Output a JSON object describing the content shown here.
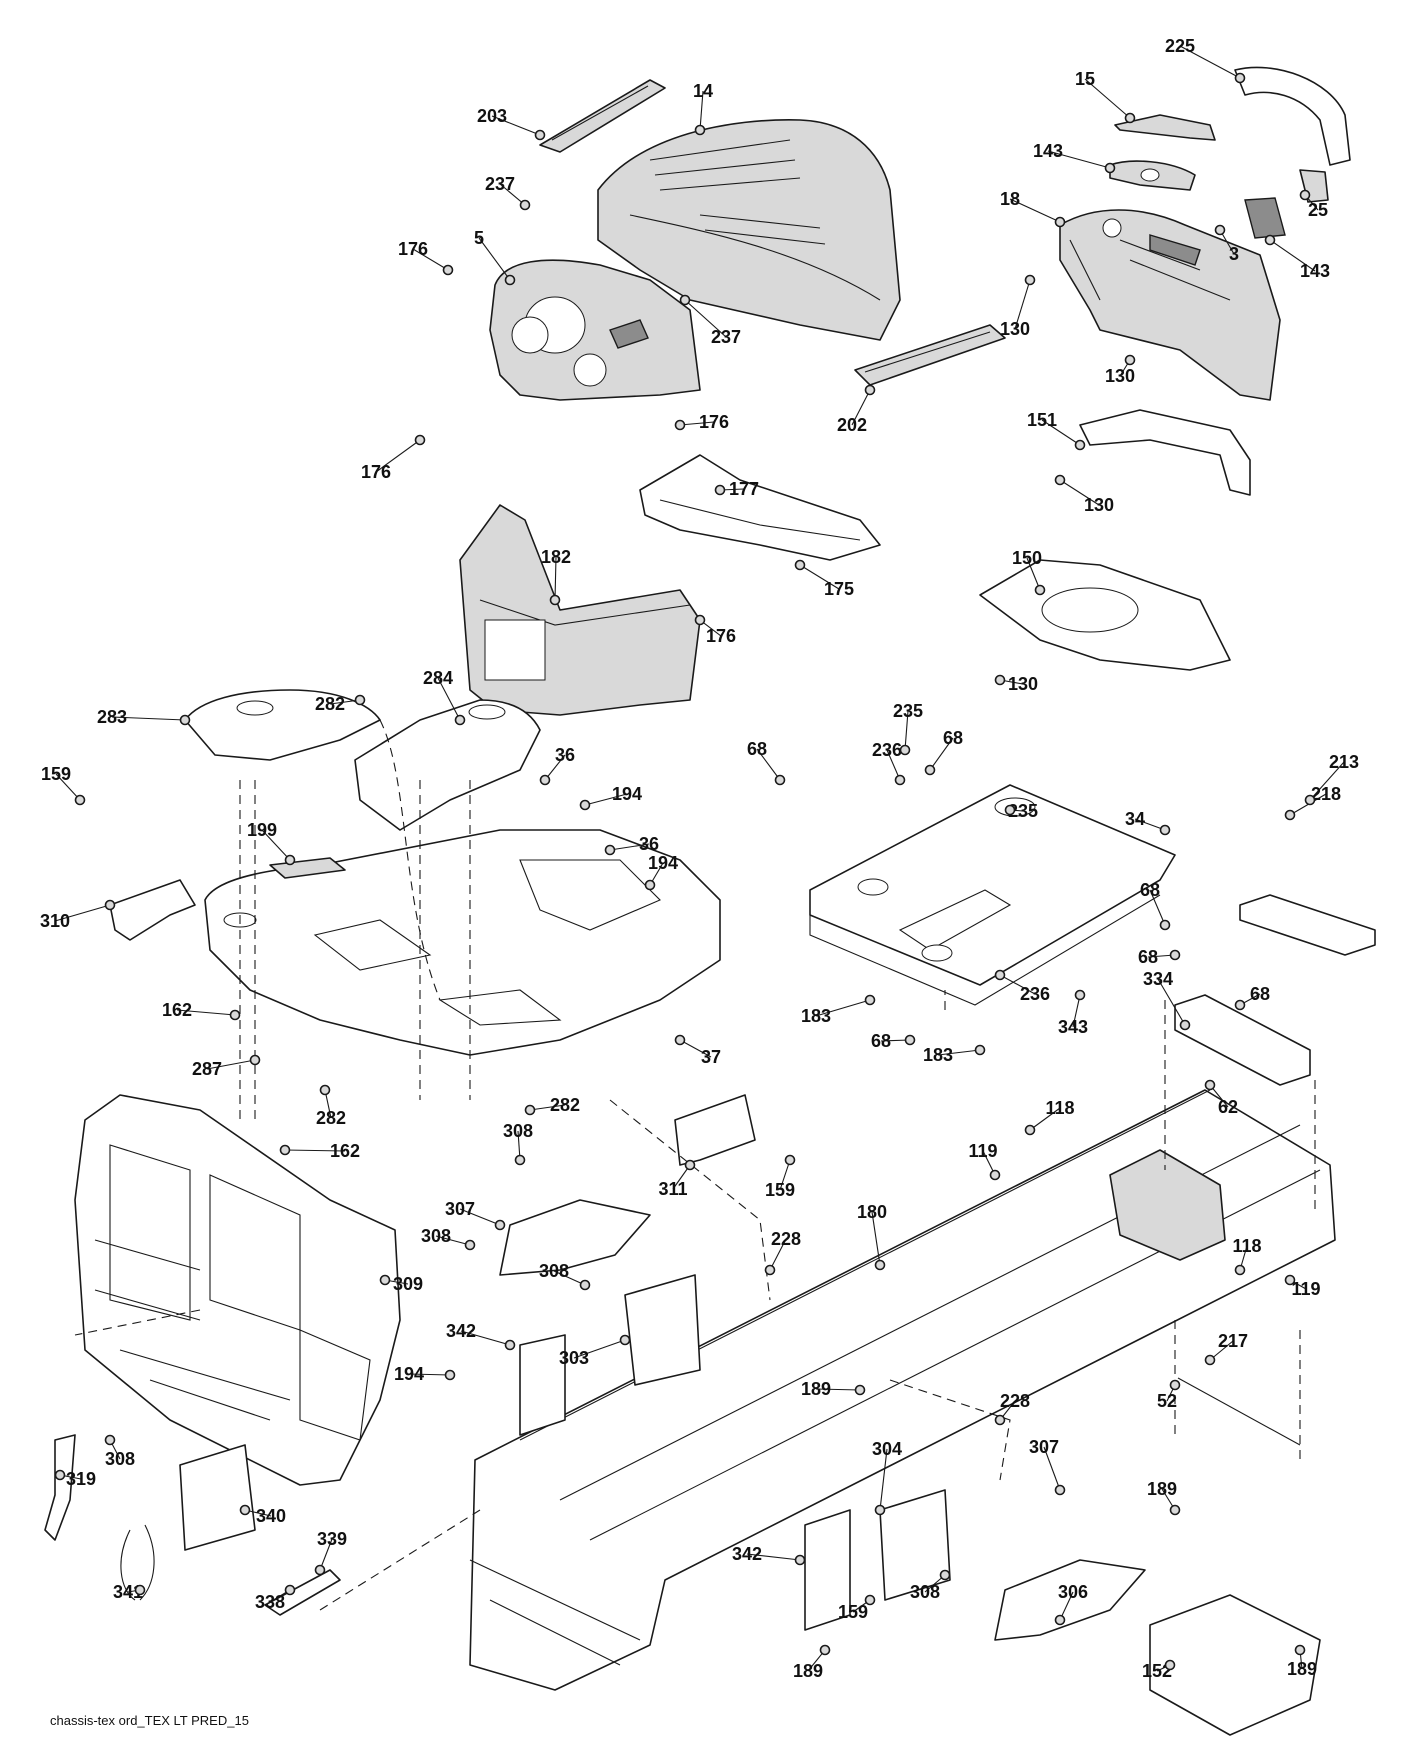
{
  "diagram": {
    "footer_text": "chassis-tex ord_TEX LT PRED_15",
    "callouts": [
      "225",
      "203",
      "14",
      "15",
      "143",
      "237",
      "18",
      "3",
      "25",
      "143",
      "5",
      "176",
      "237",
      "130",
      "130",
      "202",
      "176",
      "151",
      "176",
      "177",
      "130",
      "182",
      "175",
      "150",
      "176",
      "130",
      "235",
      "284",
      "283",
      "282",
      "68",
      "68",
      "236",
      "213",
      "159",
      "36",
      "194",
      "235",
      "34",
      "218",
      "36",
      "194",
      "199",
      "310",
      "68",
      "68",
      "68",
      "334",
      "162",
      "236",
      "183",
      "343",
      "68",
      "37",
      "183",
      "287",
      "282",
      "62",
      "282",
      "118",
      "162",
      "308",
      "311",
      "159",
      "119",
      "180",
      "307",
      "308",
      "309",
      "118",
      "228",
      "308",
      "119",
      "303",
      "217",
      "342",
      "194",
      "189",
      "228",
      "52",
      "308",
      "319",
      "304",
      "307",
      "189",
      "340",
      "342",
      "339",
      "308",
      "306",
      "341",
      "338",
      "159",
      "152",
      "189",
      "189"
    ]
  }
}
